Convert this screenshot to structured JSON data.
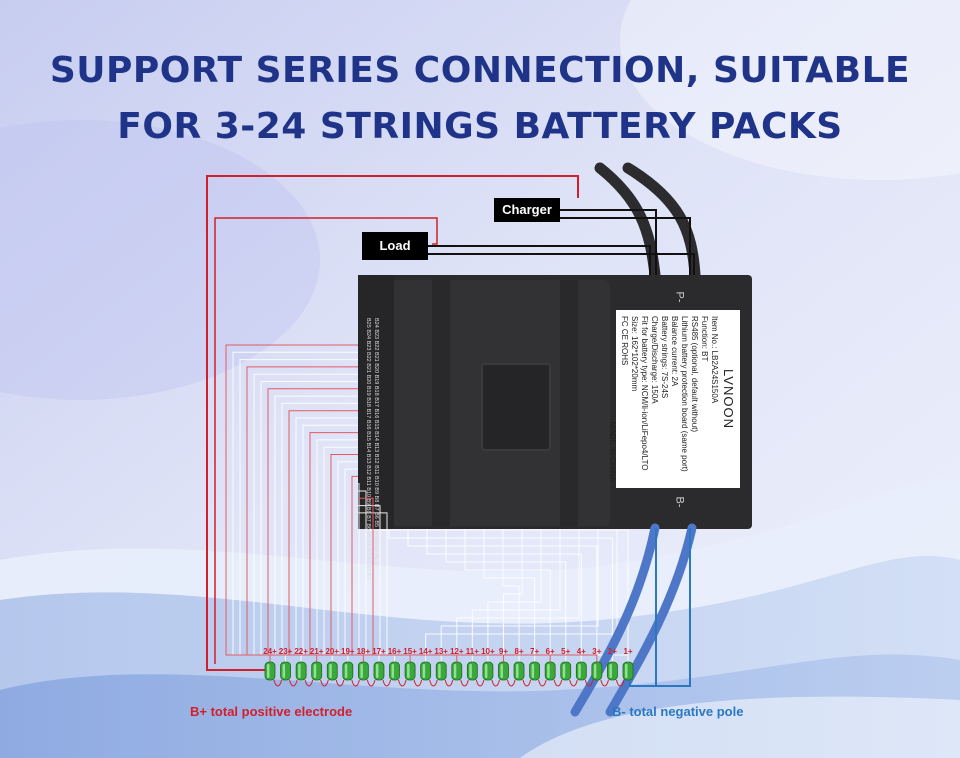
{
  "header": {
    "line1": "SUPPORT SERIES CONNECTION, SUITABLE",
    "line2": "FOR 3-24 STRINGS BATTERY PACKS"
  },
  "connections": {
    "charger": "Charger",
    "load": "Load"
  },
  "board": {
    "pole_p": "P-",
    "pole_b": "B-",
    "pin_labels_row1": "B24 B23 B22 B21 B20 B19 B18 B17 B16 B15 B14 B13 B12 B11 B10 B9 B8 B7 B6 B5 B4 B3 B2 B1 B-",
    "pin_labels_row2": "B25 B24 B23 B22 B21 B20 B19 B18 B17 B16 B15 B14 B13 B12 B11 B10 B9 B8 B7 B6 B5 B4 B3 B2 B1 B0"
  },
  "spec_label": {
    "brand": "LVNOON",
    "lines": [
      "Item No.: LB2A24S150A",
      "Function: BT",
      "RS485 (optional, default without)",
      "Lithium battery protection board (same port)",
      "Balance current: 2A",
      "Battery strings: 7S-24S",
      "Charge/Discharge: 150A",
      "Fit for battery type: NCM/li-ion/LiFepo4/LTO",
      "Size: 162*102*20mm",
      "FC CE ROHS"
    ],
    "made_in": "MADE IN CHINA"
  },
  "cells": [
    "24+",
    "23+",
    "22+",
    "21+",
    "20+",
    "19+",
    "18+",
    "17+",
    "16+",
    "15+",
    "14+",
    "13+",
    "12+",
    "11+",
    "10+",
    "9+",
    "8+",
    "7+",
    "6+",
    "5+",
    "4+",
    "3+",
    "2+",
    "1+"
  ],
  "legend": {
    "b_plus": "B+ total positive electrode",
    "b_minus": "B- total negative pole"
  },
  "colors": {
    "title": "#1f3488",
    "positive_wire": "#d21f2b",
    "negative_wire": "#2a78c2",
    "board": "#2b2b2d",
    "cell": "#3aa83a"
  }
}
